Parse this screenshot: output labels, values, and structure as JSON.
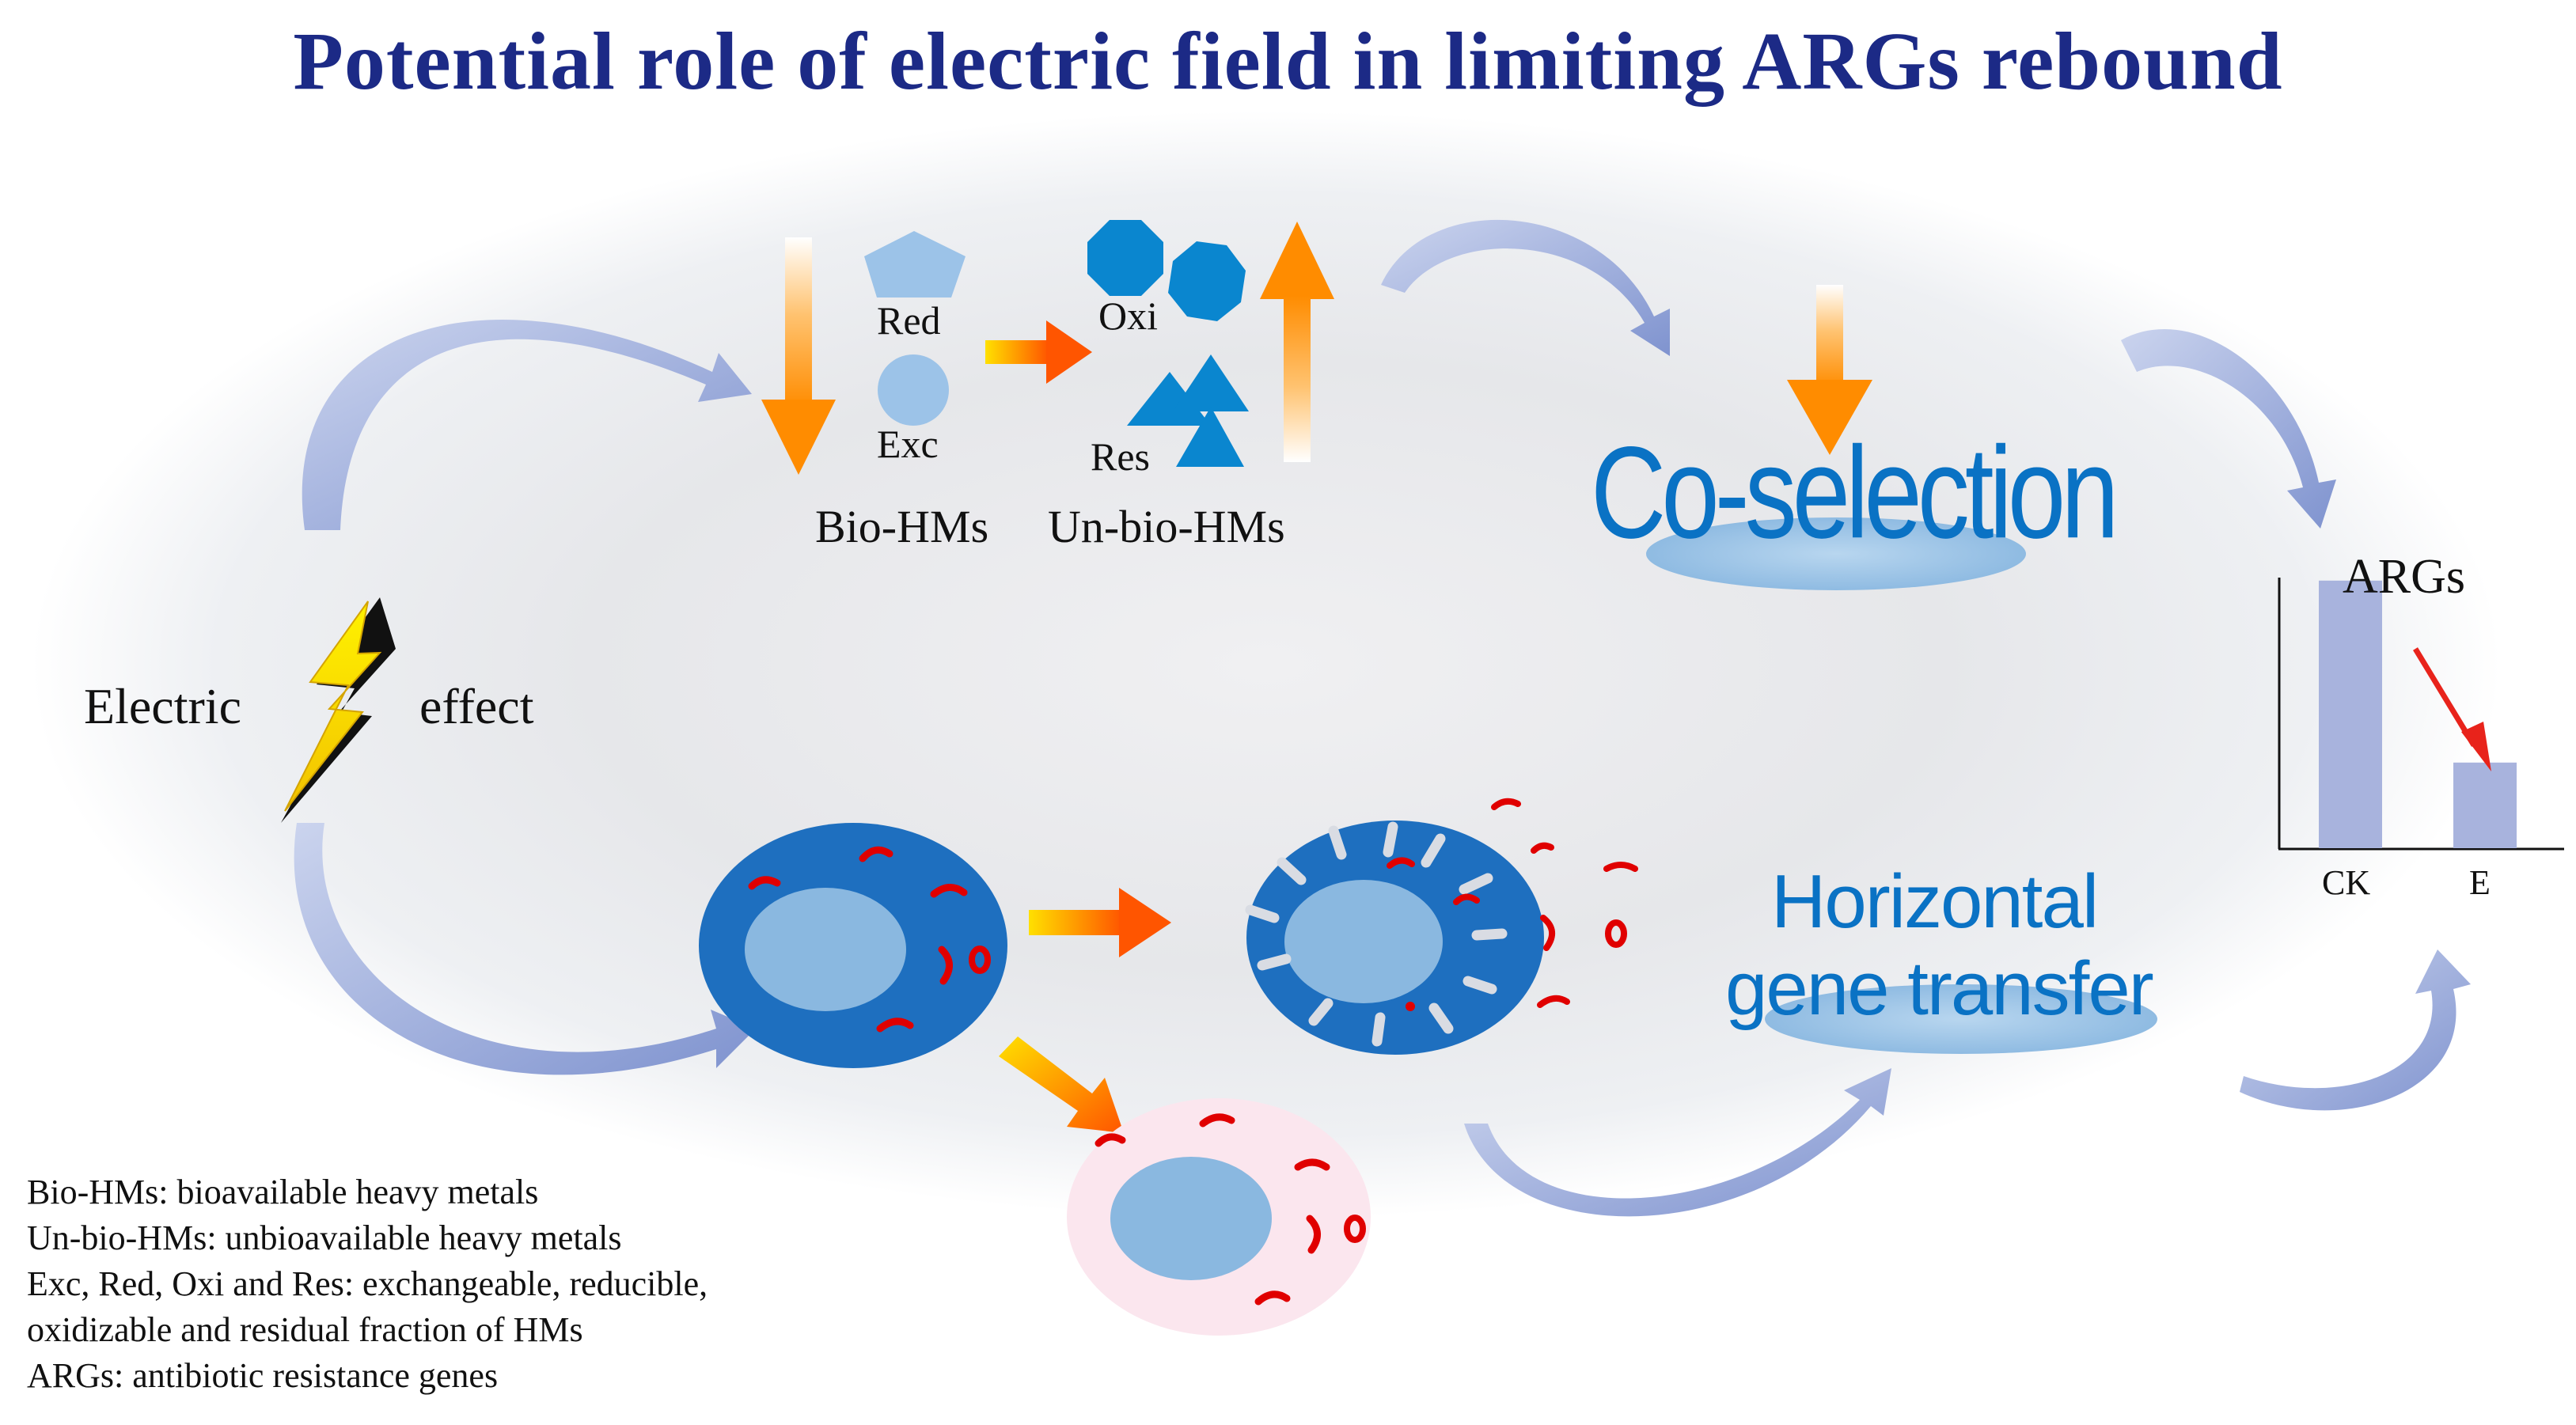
{
  "title": "Potential role of electric field in limiting ARGs rebound",
  "left_labels": {
    "electric": "Electric",
    "effect": "effect"
  },
  "fractions": {
    "red": "Red",
    "exc": "Exc",
    "oxi": "Oxi",
    "res": "Res"
  },
  "groups": {
    "bio": "Bio-HMs",
    "unbio": "Un-bio-HMs"
  },
  "processes": {
    "coselection": "Co-selection",
    "hgt_line1": "Horizontal",
    "hgt_line2": "gene transfer"
  },
  "chart_data": {
    "type": "bar",
    "title": "ARGs",
    "categories": [
      "CK",
      "E"
    ],
    "values": [
      1.0,
      0.32
    ],
    "ylim": [
      0,
      1.1
    ],
    "colors": {
      "bar": "#a8b3dd",
      "arrow": "#e8231b"
    }
  },
  "legend": [
    "Bio-HMs: bioavailable heavy metals",
    "Un-bio-HMs: unbioavailable heavy metals",
    "Exc, Red, Oxi and Res: exchangeable, reducible,",
    "oxidizable and residual fraction of HMs",
    "ARGs: antibiotic resistance genes"
  ],
  "colors": {
    "title": "#1c2a86",
    "cell_dark": "#1e6fbf",
    "cell_light": "#8ab8e0",
    "shape_light": "#9cc3e8",
    "shape_dark": "#0a86cf",
    "plasmid": "#e00000",
    "lysed_cell": "#fbe6ee",
    "arc": "#93a6d8",
    "orange": "#ff9a1a"
  }
}
